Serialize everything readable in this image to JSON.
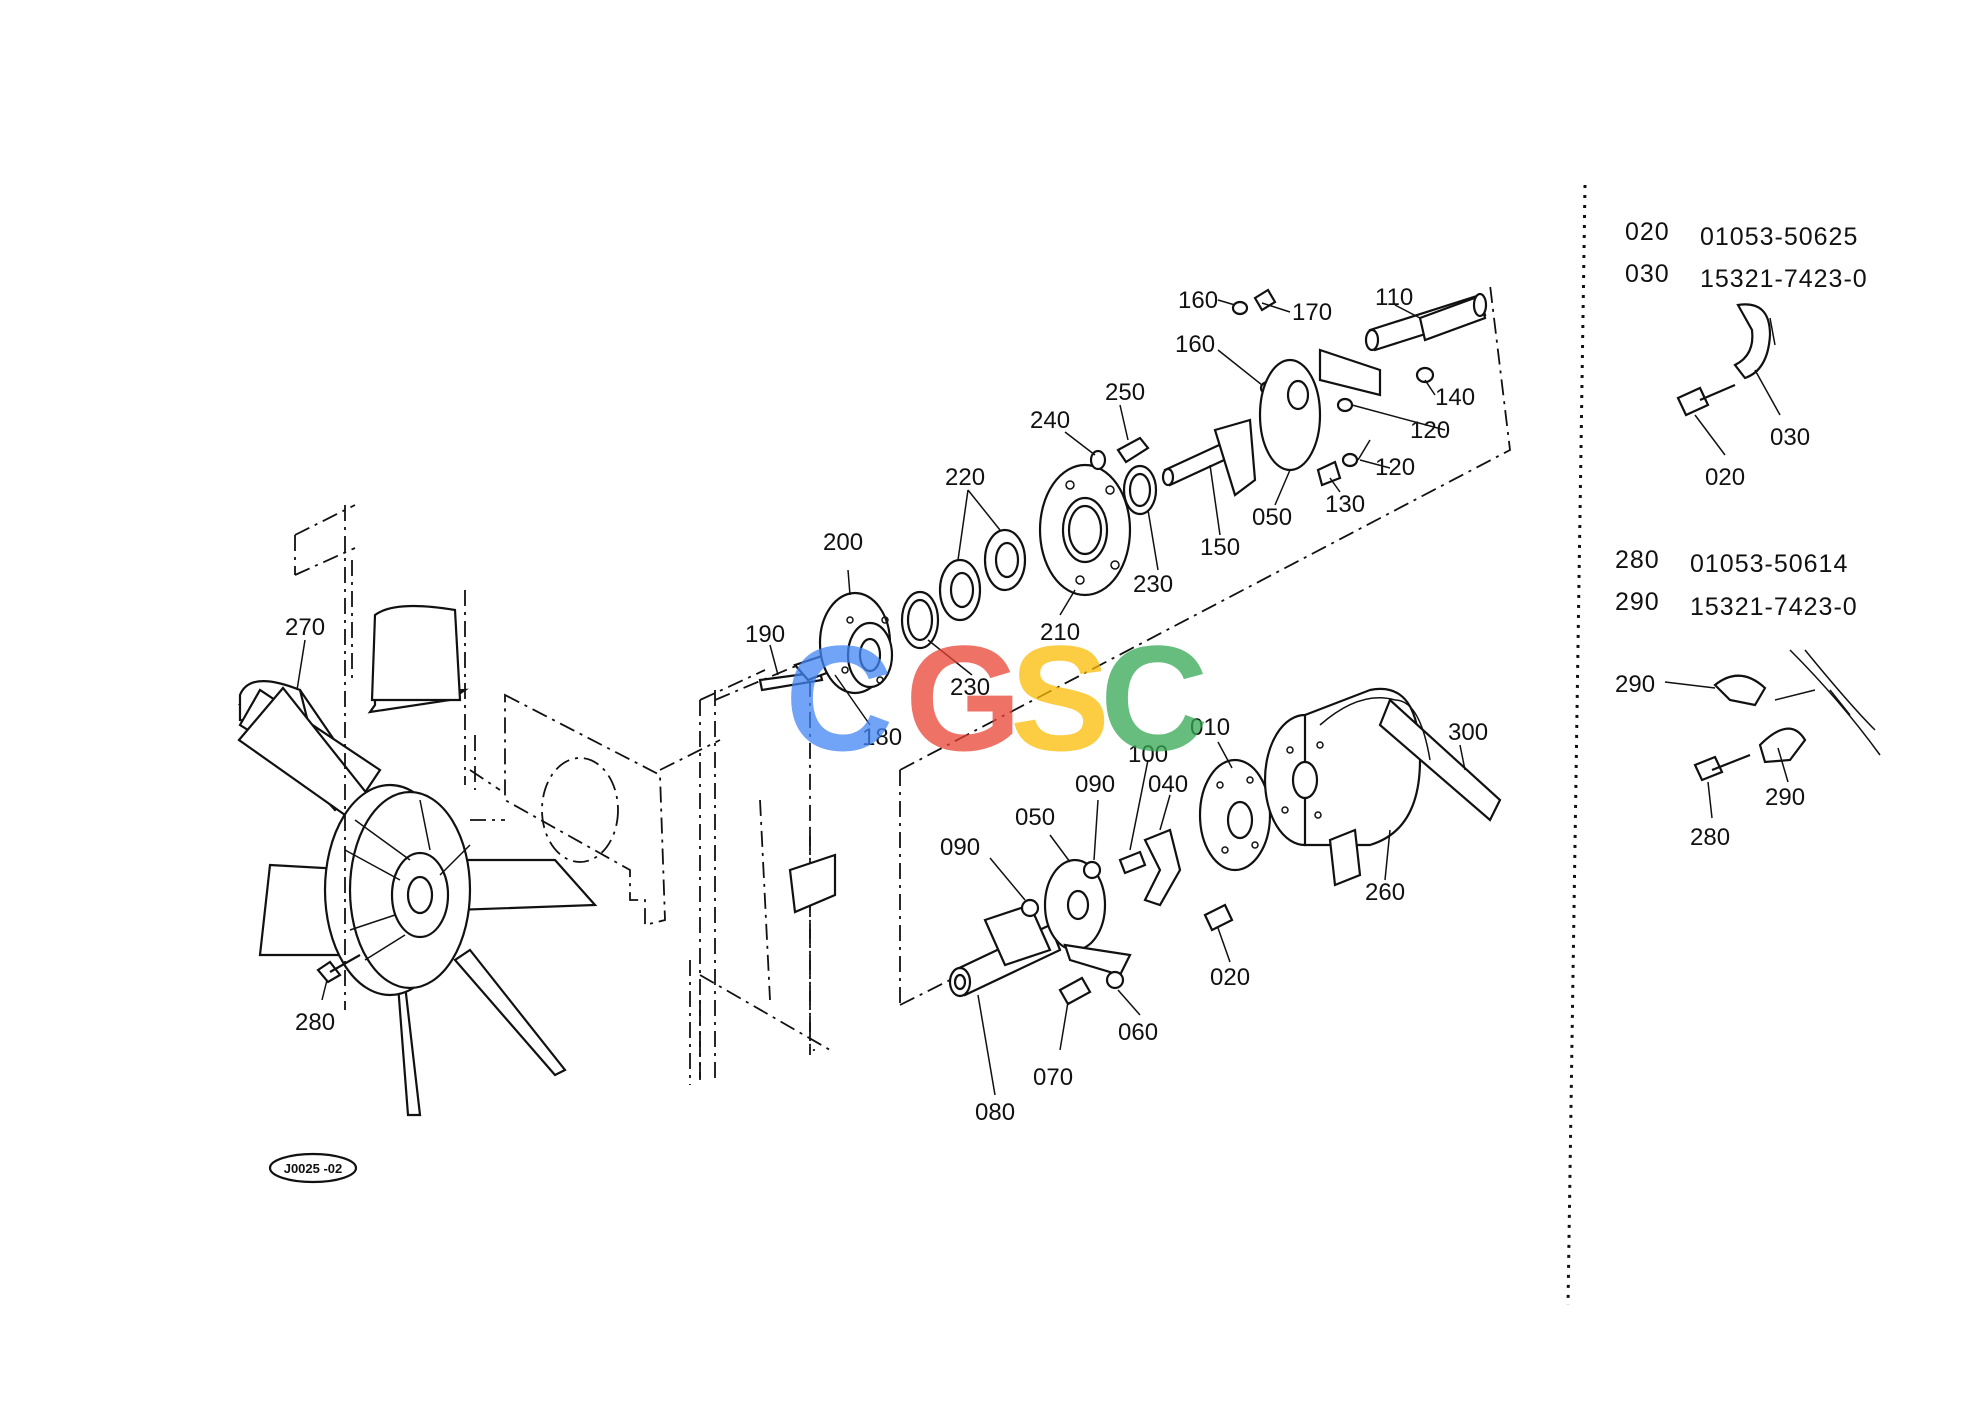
{
  "diagram_id": "J0025 -02",
  "watermark": {
    "letters": [
      {
        "char": "C",
        "color": "#4285F4"
      },
      {
        "char": "G",
        "color": "#EA4335"
      },
      {
        "char": "S",
        "color": "#FBBC05"
      },
      {
        "char": "C",
        "color": "#34A853"
      }
    ]
  },
  "callouts": {
    "c270": "270",
    "c280": "280",
    "c190": "190",
    "c180": "180",
    "c200": "200",
    "c230a": "230",
    "c220": "220",
    "c210": "210",
    "c240": "240",
    "c250": "250",
    "c230b": "230",
    "c150": "150",
    "c160a": "160",
    "c170": "170",
    "c160b": "160",
    "c110": "110",
    "c140": "140",
    "c120a": "120",
    "c120b": "120",
    "c050a": "050",
    "c130": "130",
    "c010": "010",
    "c100": "100",
    "c040": "040",
    "c090a": "090",
    "c090b": "090",
    "c050b": "050",
    "c020": "020",
    "c060": "060",
    "c070": "070",
    "c080": "080",
    "c260": "260",
    "c300": "300"
  },
  "parts_table": [
    {
      "ref": "020",
      "part_no": "01053-50625"
    },
    {
      "ref": "030",
      "part_no": "15321-7423-0"
    },
    {
      "ref": "280",
      "part_no": "01053-50614"
    },
    {
      "ref": "290",
      "part_no": "15321-7423-0"
    }
  ],
  "inset_callouts": {
    "i020": "020",
    "i030": "030",
    "i290a": "290",
    "i290b": "290",
    "i280": "280"
  }
}
